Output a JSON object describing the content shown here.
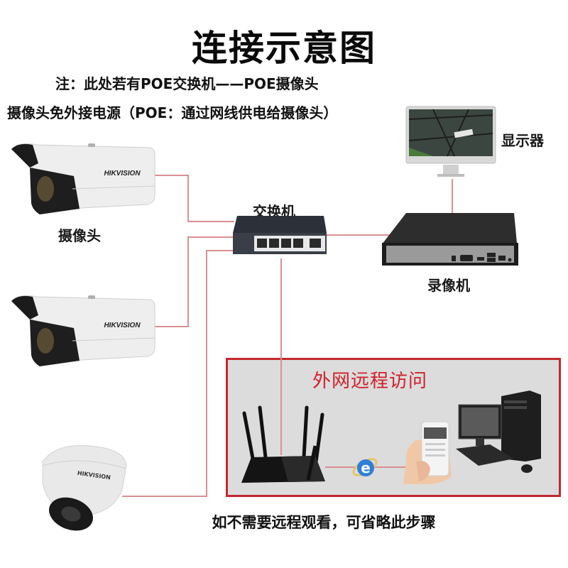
{
  "diagram": {
    "title": "连接示意图",
    "notes": [
      "注：此处若有POE交换机——POE摄像头",
      "摄像头免外接电源（POE：通过网线供电给摄像头）"
    ],
    "devices": {
      "camera": {
        "label": "摄像头",
        "brand": "HIKVISION"
      },
      "switch": {
        "label": "交换机"
      },
      "monitor": {
        "label": "显示器"
      },
      "nvr": {
        "label": "录像机"
      },
      "router": {
        "label": ""
      },
      "browser": {
        "icon": "ie-browser-icon",
        "glyph": "e"
      },
      "phone": {
        "label": ""
      },
      "desktop_pc": {
        "label": ""
      }
    },
    "remote_section": {
      "title": "外网远程访问",
      "footer": "如不需要远程观看，可省略此步骤"
    },
    "colors": {
      "wire": "#d98f94",
      "remote_border": "#c4282f",
      "remote_title": "#d0202a",
      "remote_bg": "#dcdcdc"
    }
  }
}
